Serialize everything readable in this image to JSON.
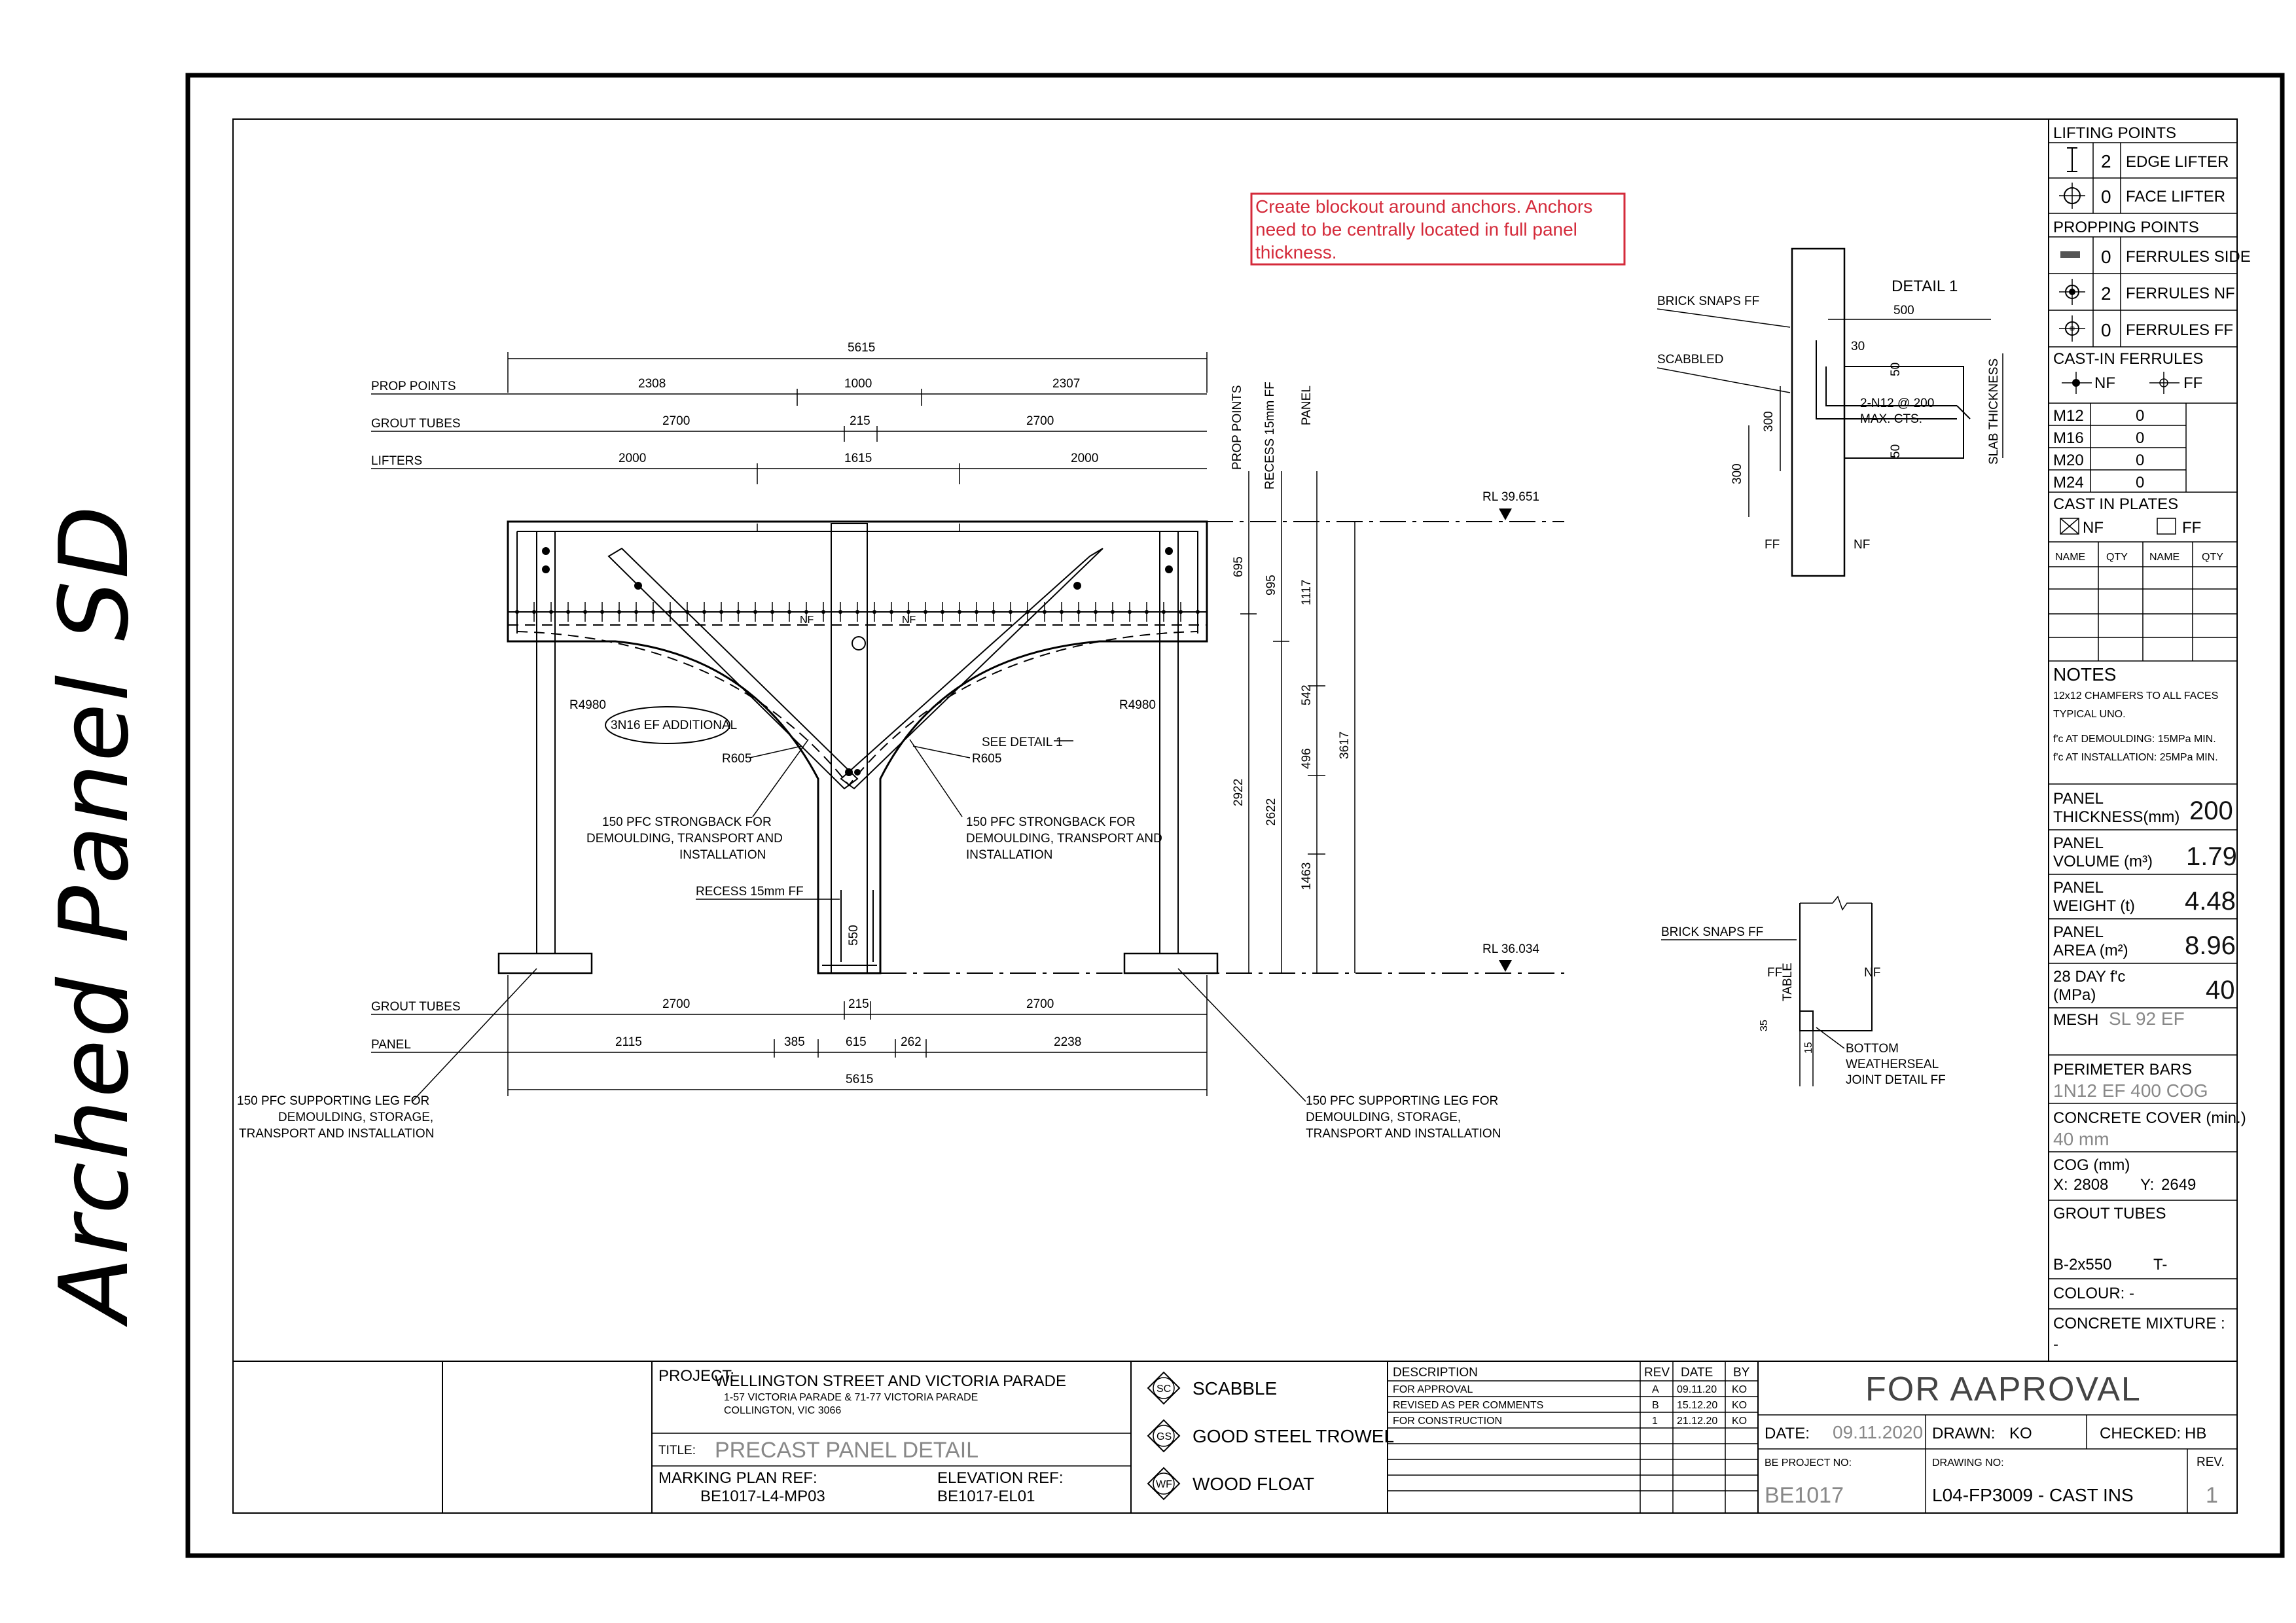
{
  "page_title": "Arched Panel SD",
  "annotation_note": {
    "line1": "Create blockout around anchors. Anchors",
    "line2": "need to be centrally located in full panel",
    "line3": "thickness."
  },
  "dimensions": {
    "overall_top": "5615",
    "overall_bottom": "5615",
    "prop_points": [
      "2308",
      "1000",
      "2307"
    ],
    "grout_tubes_top": [
      "2700",
      "215",
      "2700"
    ],
    "lifters": [
      "2000",
      "1615",
      "2000"
    ],
    "grout_tubes_bottom": [
      "2700",
      "215",
      "2700"
    ],
    "panel_bottom": [
      "2115",
      "385",
      "615",
      "262",
      "2238"
    ],
    "vertical": {
      "d695": "695",
      "d2922": "2922",
      "d995": "995",
      "d2622": "2622",
      "d1117": "1117",
      "d542": "542",
      "d496": "496",
      "d1463": "1463",
      "d3617": "3617",
      "d550": "550"
    }
  },
  "row_labels": {
    "prop_points": "PROP POINTS",
    "grout_tubes": "GROUT TUBES",
    "lifters": "LIFTERS",
    "grout_tubes_bottom": "GROUT TUBES",
    "panel": "PANEL"
  },
  "vertical_labels": {
    "prop": "PROP POINTS",
    "recess": "RECESS 15mm FF",
    "panel": "PANEL"
  },
  "levels": {
    "top": "RL 39.651",
    "bottom": "RL 36.034"
  },
  "elevation_labels": {
    "r4980_left": "R4980",
    "r4980_right": "R4980",
    "r605_left": "R605",
    "r605_right": "R605",
    "additional": "3N16 EF ADDITIONAL",
    "see_detail": "SEE DETAIL 1",
    "nf_left": "NF",
    "nf_right": "NF",
    "strongback_left": [
      "150 PFC STRONGBACK FOR",
      "DEMOULDING, TRANSPORT AND",
      "INSTALLATION"
    ],
    "strongback_right": [
      "150 PFC STRONGBACK FOR",
      "DEMOULDING, TRANSPORT AND",
      "INSTALLATION"
    ],
    "recess": "RECESS 15mm FF",
    "leg_left": [
      "150 PFC SUPPORTING LEG FOR",
      "DEMOULDING, STORAGE,",
      "TRANSPORT AND INSTALLATION"
    ],
    "leg_right": [
      "150 PFC SUPPORTING LEG FOR",
      "DEMOULDING, STORAGE,",
      "TRANSPORT AND INSTALLATION"
    ]
  },
  "detail1": {
    "title": "DETAIL 1",
    "brick_snaps": "BRICK SNAPS FF",
    "scabbled": "SCABBLED",
    "d500": "500",
    "d30": "30",
    "d50a": "50",
    "d50b": "50",
    "bars": "2-N12 @ 200",
    "max": "MAX. CTS.",
    "d300a": "300",
    "d300b": "300",
    "slab": "SLAB THICKNESS",
    "ff": "FF",
    "nf": "NF"
  },
  "detail2": {
    "brick_snaps": "BRICK SNAPS FF",
    "ff": "FF",
    "nf": "NF",
    "table": "TABLE",
    "d35": "35",
    "d15": "15",
    "note": [
      "BOTTOM",
      "WEATHERSEAL",
      "JOINT DETAIL FF"
    ]
  },
  "side_panel": {
    "lifting_points": "LIFTING POINTS",
    "edge_lifter": {
      "qty": "2",
      "label": "EDGE LIFTER"
    },
    "face_lifter": {
      "qty": "0",
      "label": "FACE LIFTER"
    },
    "propping_points": "PROPPING POINTS",
    "ferrules_side": {
      "qty": "0",
      "label": "FERRULES SIDE"
    },
    "ferrules_nf": {
      "qty": "2",
      "label": "FERRULES NF"
    },
    "ferrules_ff": {
      "qty": "0",
      "label": "FERRULES FF"
    },
    "cast_in_ferrules": "CAST-IN FERRULES",
    "nf": "NF",
    "ff": "FF",
    "ferrule_sizes": [
      {
        "size": "M12",
        "qty": "0"
      },
      {
        "size": "M16",
        "qty": "0"
      },
      {
        "size": "M20",
        "qty": "0"
      },
      {
        "size": "M24",
        "qty": "0"
      }
    ],
    "cast_in_plates": "CAST IN PLATES",
    "plates_nf": "NF",
    "plates_ff": "FF",
    "plate_headers": [
      "NAME",
      "QTY",
      "NAME",
      "QTY"
    ],
    "notes_title": "NOTES",
    "notes": [
      "12x12 CHAMFERS TO ALL FACES",
      "TYPICAL UNO.",
      "f'c AT DEMOULDING: 15MPa MIN.",
      "f'c AT INSTALLATION: 25MPa MIN."
    ],
    "panel_thickness": {
      "l1": "PANEL",
      "l2": "THICKNESS(mm)",
      "value": "200"
    },
    "panel_volume": {
      "l1": "PANEL",
      "l2": "VOLUME  (m³)",
      "value": "1.79"
    },
    "panel_weight": {
      "l1": "PANEL",
      "l2": "WEIGHT  (t)",
      "value": "4.48"
    },
    "panel_area": {
      "l1": "PANEL",
      "l2": "AREA  (m²)",
      "value": "8.96"
    },
    "day28": {
      "l1": "28 DAY f'c",
      "l2": "(MPa)",
      "value": "40"
    },
    "mesh": {
      "label": "MESH",
      "value": "SL 92 EF"
    },
    "perimeter_bars": {
      "label": "PERIMETER BARS",
      "value": "1N12 EF 400 COG"
    },
    "concrete_cover": {
      "label": "CONCRETE COVER (min.)",
      "value": "40 mm"
    },
    "cog": {
      "label": "COG (mm)",
      "x_label": "X:",
      "x": "2808",
      "y_label": "Y:",
      "y": "2649"
    },
    "grout_tubes": {
      "label": "GROUT TUBES",
      "value": "B-2x550",
      "t": "T-"
    },
    "colour": "COLOUR: -",
    "concrete_mixture": {
      "label": "CONCRETE MIXTURE :",
      "value": "-"
    }
  },
  "title_block": {
    "project_label": "PROJECT:",
    "project": "WELLINGTON STREET AND VICTORIA PARADE",
    "project_address1": "1-57 VICTORIA PARADE & 71-77 VICTORIA PARADE",
    "project_address2": "COLLINGTON, VIC 3066",
    "title_label": "TITLE:",
    "title": "PRECAST PANEL DETAIL",
    "marking_label": "MARKING PLAN REF:",
    "marking": "BE1017-L4-MP03",
    "elevation_label": "ELEVATION REF:",
    "elevation": "BE1017-EL01",
    "legend": [
      {
        "code": "SC",
        "label": "SCABBLE"
      },
      {
        "code": "GS",
        "label": "GOOD STEEL TROWEL"
      },
      {
        "code": "WF",
        "label": "WOOD FLOAT"
      }
    ],
    "rev_headers": [
      "DESCRIPTION",
      "REV",
      "DATE",
      "BY"
    ],
    "revisions": [
      {
        "desc": "FOR APPROVAL",
        "rev": "A",
        "date": "09.11.20",
        "by": "KO"
      },
      {
        "desc": "REVISED AS PER COMMENTS",
        "rev": "B",
        "date": "15.12.20",
        "by": "KO"
      },
      {
        "desc": "FOR CONSTRUCTION",
        "rev": "1",
        "date": "21.12.20",
        "by": "KO"
      }
    ],
    "status": "FOR AAPROVAL",
    "date_label": "DATE:",
    "date": "09.11.2020",
    "drawn_label": "DRAWN:",
    "drawn": "KO",
    "checked_label": "CHECKED:",
    "checked": "HB",
    "be_project_label": "BE PROJECT NO:",
    "be_project": "BE1017",
    "drawing_no_label": "DRAWING NO:",
    "drawing_no": "L04-FP3009 - CAST INS",
    "rev_label": "REV.",
    "rev": "1"
  }
}
